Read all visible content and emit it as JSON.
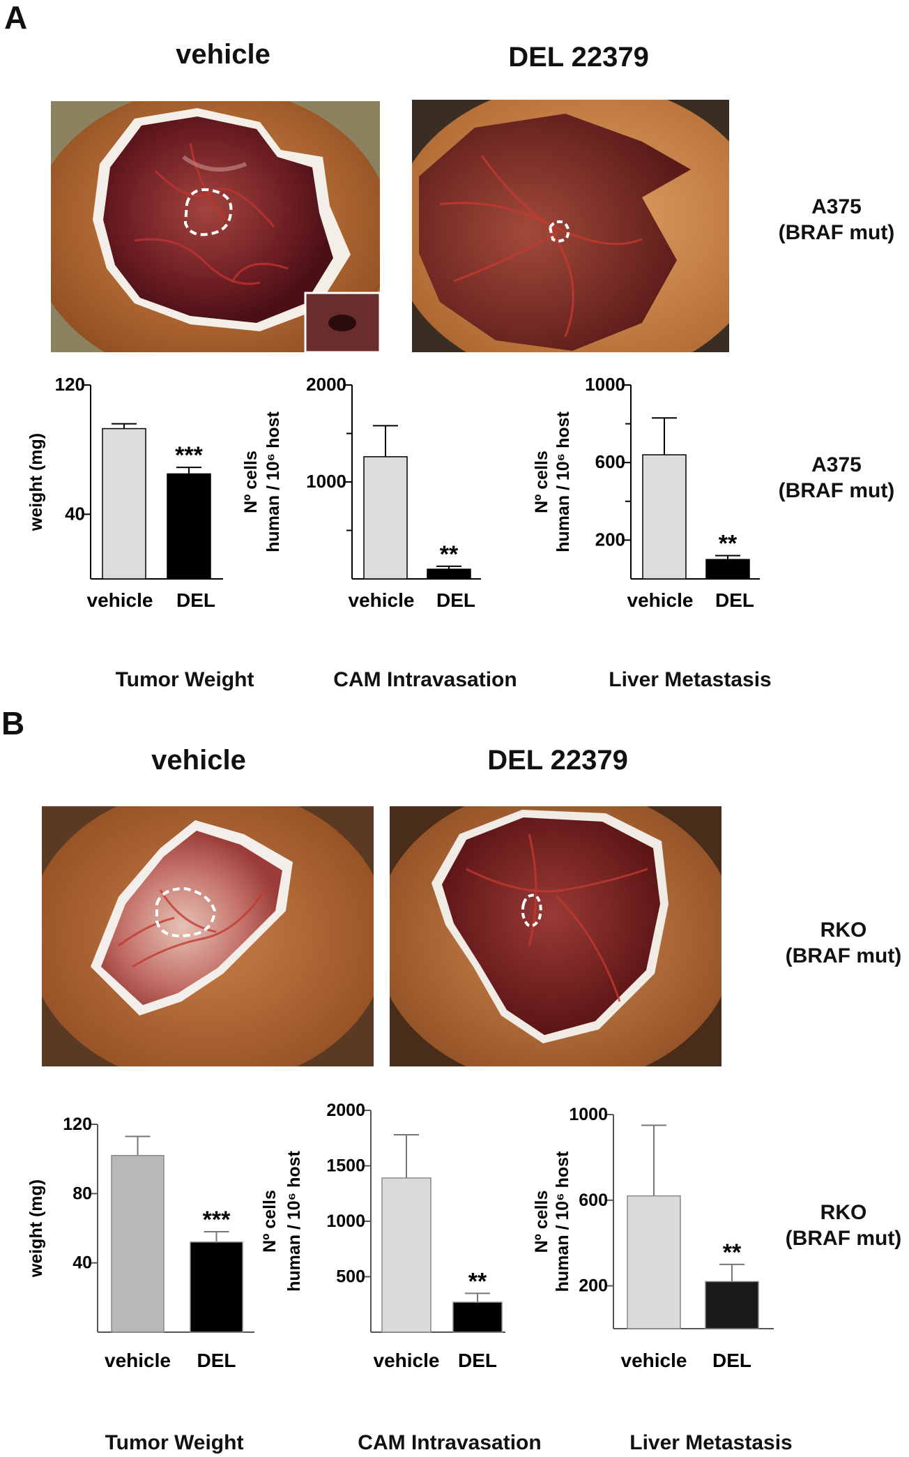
{
  "panels": [
    {
      "letter": "A",
      "photo_titles": [
        "vehicle",
        "DEL 22379"
      ],
      "cell_label_photos": [
        "A375",
        "(BRAF mut)"
      ],
      "cell_label_charts": [
        "A375",
        "(BRAF mut)"
      ],
      "chart_titles": [
        "Tumor Weight",
        "CAM Intravasation",
        "Liver Metastasis"
      ]
    },
    {
      "letter": "B",
      "photo_titles": [
        "vehicle",
        "DEL 22379"
      ],
      "cell_label_photos": [
        "RKO",
        "(BRAF mut)"
      ],
      "cell_label_charts": [
        "RKO",
        "(BRAF mut)"
      ],
      "chart_titles": [
        "Tumor Weight",
        "CAM Intravasation",
        "Liver Metastasis"
      ]
    }
  ],
  "colors": {
    "vehicle_bar": "#dcdcdc",
    "del_bar": "#000000",
    "egg_shell": "#c4773b",
    "cam": "#7a1f1f"
  },
  "chart_data": [
    {
      "type": "bar",
      "panel": "A",
      "categories": [
        "vehicle",
        "DEL"
      ],
      "values": [
        93,
        65
      ],
      "errors": [
        3,
        4
      ],
      "ylabel": "weight (mg)",
      "yticks": [
        40,
        120
      ],
      "ylim": [
        0,
        120
      ],
      "significance": [
        "",
        "***"
      ]
    },
    {
      "type": "bar",
      "panel": "A",
      "categories": [
        "vehicle",
        "DEL"
      ],
      "values": [
        1260,
        100
      ],
      "errors": [
        320,
        30
      ],
      "ylabel": [
        "Nº cells",
        "human / 10⁶ host"
      ],
      "yticks": [
        1000,
        2000
      ],
      "minor_ticks": [
        500,
        1500
      ],
      "ylim": [
        0,
        2000
      ],
      "significance": [
        "",
        "**"
      ]
    },
    {
      "type": "bar",
      "panel": "A",
      "categories": [
        "vehicle",
        "DEL"
      ],
      "values": [
        640,
        100
      ],
      "errors": [
        190,
        20
      ],
      "ylabel": [
        "Nº cells",
        "human / 10⁶ host"
      ],
      "yticks": [
        200,
        600,
        1000
      ],
      "minor_ticks": [
        400,
        800
      ],
      "ylim": [
        0,
        1000
      ],
      "significance": [
        "",
        "**"
      ]
    },
    {
      "type": "bar",
      "panel": "B",
      "categories": [
        "vehicle",
        "DEL"
      ],
      "values": [
        102,
        52
      ],
      "errors": [
        11,
        6
      ],
      "ylabel": "weight (mg)",
      "yticks": [
        40,
        80,
        120
      ],
      "ylim": [
        0,
        120
      ],
      "significance": [
        "",
        "***"
      ]
    },
    {
      "type": "bar",
      "panel": "B",
      "categories": [
        "vehicle",
        "DEL"
      ],
      "values": [
        1390,
        270
      ],
      "errors": [
        390,
        80
      ],
      "ylabel": [
        "Nº cells",
        "human / 10⁶ host"
      ],
      "yticks": [
        500,
        1000,
        1500,
        2000
      ],
      "ylim": [
        0,
        2000
      ],
      "significance": [
        "",
        "**"
      ]
    },
    {
      "type": "bar",
      "panel": "B",
      "categories": [
        "vehicle",
        "DEL"
      ],
      "values": [
        620,
        220
      ],
      "errors": [
        330,
        80
      ],
      "ylabel": [
        "Nº cells",
        "human / 10⁶ host"
      ],
      "yticks": [
        200,
        600,
        1000
      ],
      "ylim": [
        0,
        1000
      ],
      "significance": [
        "",
        "**"
      ]
    }
  ]
}
